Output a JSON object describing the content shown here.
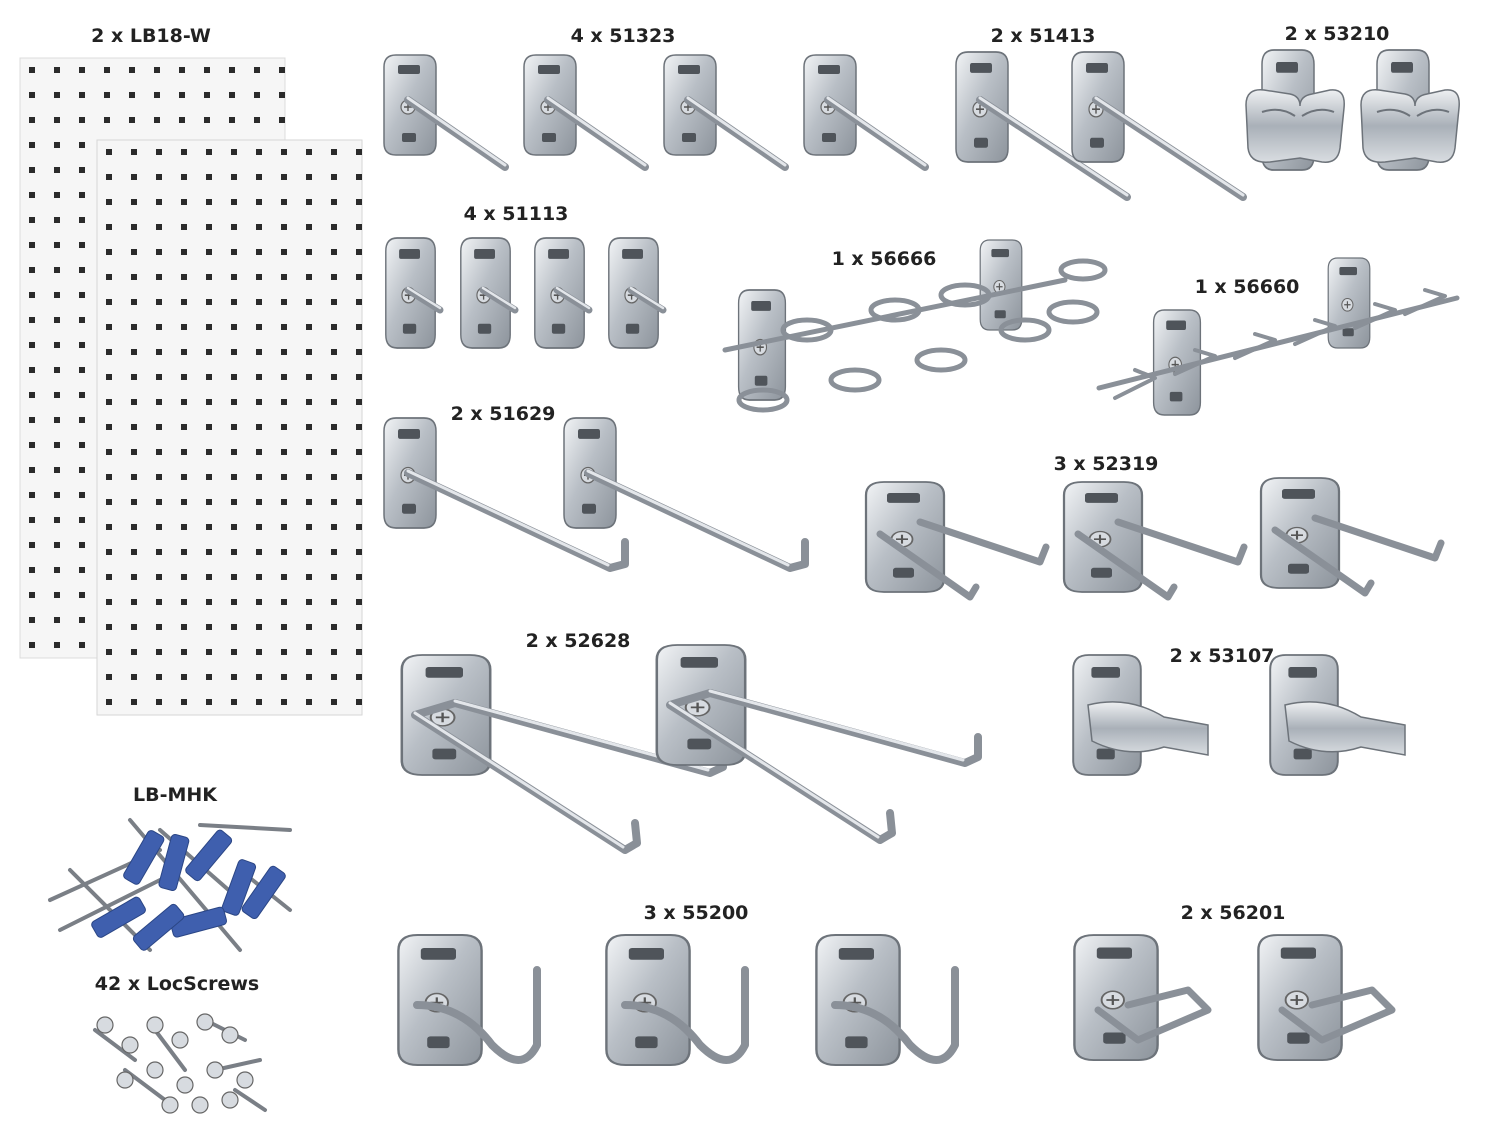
{
  "labels": {
    "lb18w": "2 x LB18-W",
    "p51323": "4 x 51323",
    "p51413": "2 x 51413",
    "p53210": "2 x 53210",
    "p51113": "4 x 51113",
    "p56666": "1 x 56666",
    "p56660": "1 x 56660",
    "p51629": "2 x 51629",
    "p52319": "3 x 52319",
    "p52628": "2 x 52628",
    "p53107": "2 x 53107",
    "lbmhk": "LB-MHK",
    "p55200": "3 x 55200",
    "p56201": "2 x 56201",
    "locscrews": "42 x LocScrews"
  },
  "colors": {
    "pegboard": "#f6f6f6",
    "pegboard_hole": "#2b2b2b",
    "steel": "#c3c8ce",
    "anchor_blue": "#3f5fae"
  }
}
